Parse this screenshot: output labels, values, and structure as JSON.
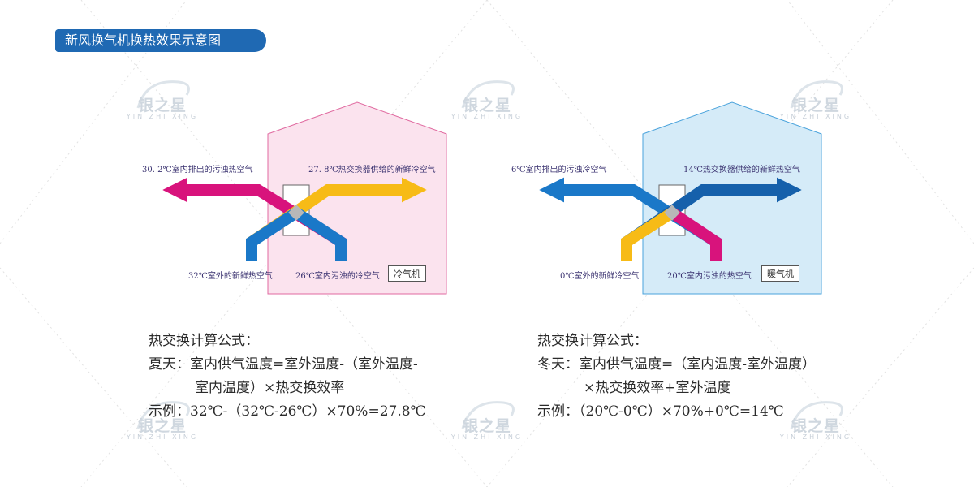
{
  "title": "新风换气机换热效果示意图",
  "watermark": {
    "text_cn": "银之星",
    "text_en": "YIN ZHI XING"
  },
  "summer": {
    "label_exhaust": "30. 2℃室内排出的污浊热空气",
    "label_supply": "27. 8℃热交换器供给的新鲜冷空气",
    "label_outdoor": "32℃室外的新鲜热空气",
    "label_indoor": "26℃室内污浊的冷空气",
    "mode": "冷气机",
    "house_color": "#fbe3ee",
    "house_border": "#e06aa0"
  },
  "winter": {
    "label_exhaust": "6℃室内排出的污浊冷空气",
    "label_supply": "14℃热交换器供给的新鲜热空气",
    "label_outdoor": "0℃室外的新鲜冷空气",
    "label_indoor": "20℃室内污浊的热空气",
    "mode": "暖气机",
    "house_color": "#d5ebf8",
    "house_border": "#4aa3dc"
  },
  "colors": {
    "magenta": "#d8137c",
    "blue": "#1a78c8",
    "dark_blue": "#1560ab",
    "yellow": "#f7bb16",
    "title_bg": "#1f69b3"
  },
  "formula_summer": {
    "heading": "热交换计算公式：",
    "line1": "夏天：室内供气温度=室外温度-（室外温度-",
    "line2": "室内温度）×热交换效率",
    "example": "示例：32℃-（32℃-26℃）×70%=27.8℃"
  },
  "formula_winter": {
    "heading": "热交换计算公式：",
    "line1": "冬天：室内供气温度=（室内温度-室外温度）",
    "line2": "×热交换效率+室外温度",
    "example": "示例：（20℃-0℃）×70%+0℃=14℃"
  }
}
